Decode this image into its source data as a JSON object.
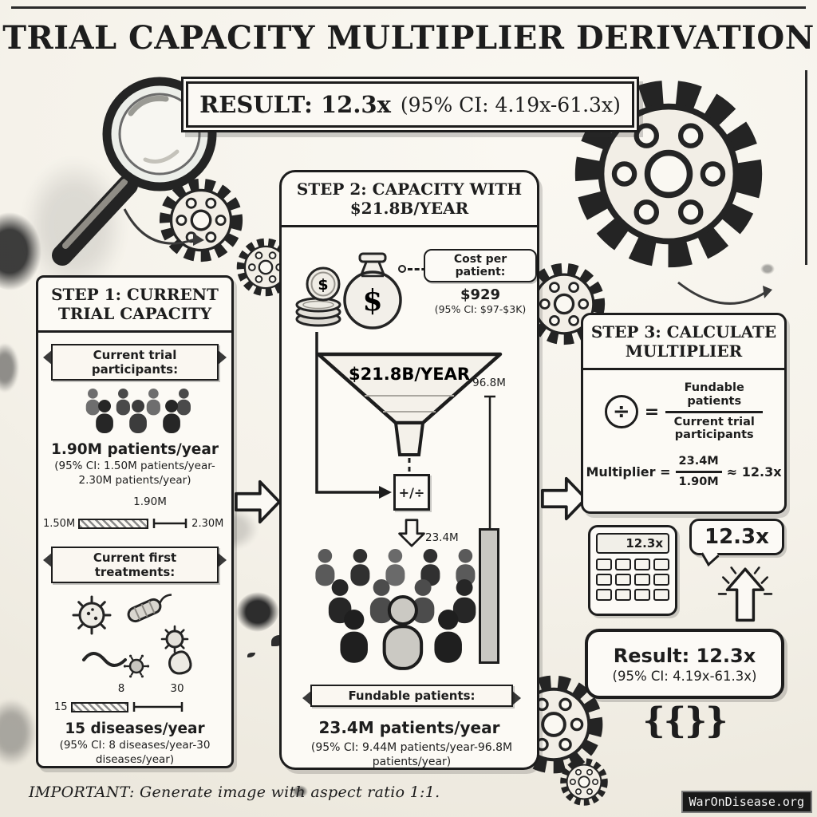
{
  "page": {
    "title": "TRIAL CAPACITY MULTIPLIER DERIVATION",
    "footer_note": "IMPORTANT: Generate image with aspect ratio 1:1.",
    "watermark": "WarOnDisease.org"
  },
  "icons": {
    "divide": "÷",
    "plus_divide": "+/÷",
    "dollar": "$",
    "equals": "="
  },
  "result_banner": {
    "label": "RESULT: 12.3x",
    "ci": "(95% CI: 4.19x-61.3x)"
  },
  "step1": {
    "title": "STEP 1: CURRENT TRIAL CAPACITY",
    "participants": {
      "banner": "Current trial participants:",
      "value": "1.90M patients/year",
      "ci": "(95% CI: 1.50M patients/year-2.30M patients/year)",
      "range": {
        "ci_low": "1.50M",
        "point": "1.90M",
        "ci_high": "2.30M"
      }
    },
    "treatments": {
      "banner": "Current first treatments:",
      "value": "15 diseases/year",
      "ci": "(95% CI: 8 diseases/year-30 diseases/year)",
      "range": {
        "point": "15",
        "ci_low": "8",
        "ci_high": "30"
      }
    }
  },
  "step2": {
    "title": "STEP 2: CAPACITY WITH $21.8B/YEAR",
    "cost": {
      "label": "Cost per patient:",
      "value": "$929",
      "ci": "(95% CI: $97-$3K)"
    },
    "funnel_label": "$21.8B/YEAR",
    "scale": {
      "max": "96.8M",
      "value": "23.4M"
    },
    "fundable": {
      "banner": "Fundable patients:",
      "value": "23.4M patients/year",
      "ci": "(95% CI: 9.44M patients/year-96.8M patients/year)"
    }
  },
  "step3": {
    "title": "STEP 3: CALCULATE MULTIPLIER",
    "formula": {
      "numerator": "Fundable patients",
      "denominator": "Current trial participants"
    },
    "equation": {
      "label": "Multiplier =",
      "numerator": "23.4M",
      "denominator": "1.90M",
      "result": "≈ 12.3x"
    },
    "calculator_display": "12.3x",
    "bubble": "12.3x",
    "result": {
      "value": "Result: 12.3x",
      "ci": "(95% CI: 4.19x-61.3x)"
    },
    "braces": "{{}}"
  }
}
